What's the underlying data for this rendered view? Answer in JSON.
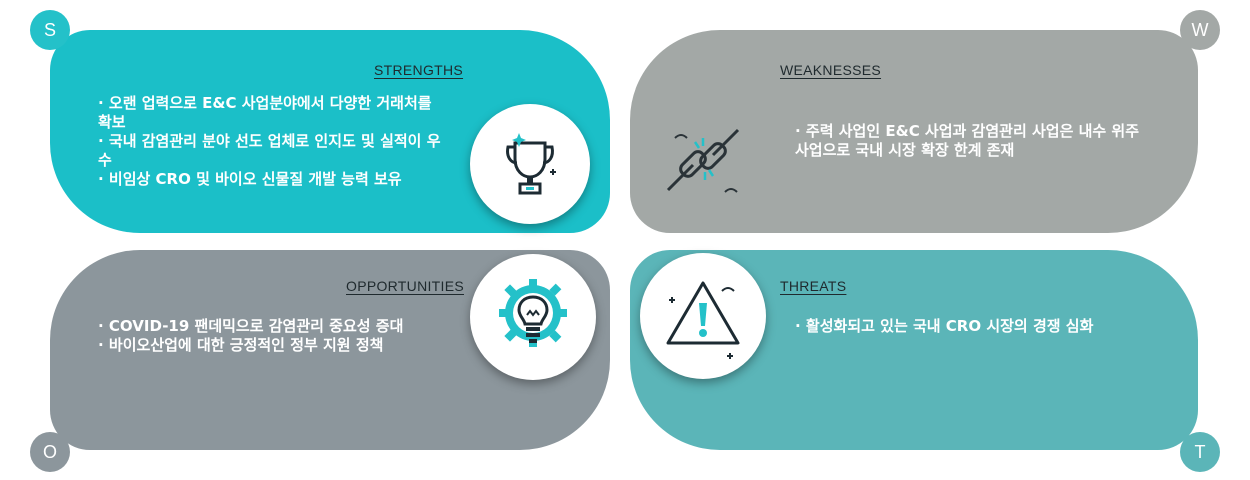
{
  "badges": {
    "s": "S",
    "w": "W",
    "o": "O",
    "t": "T"
  },
  "strengths": {
    "title": "STRENGTHS",
    "items": [
      "· 오랜 업력으로 E&C 사업분야에서 다양한 거래처를 확보",
      "· 국내 감염관리 분야 선도 업체로 인지도 및 실적이 우수",
      "· 비임상 CRO 및 바이오 신물질 개발 능력 보유"
    ],
    "icon": "trophy-icon"
  },
  "weaknesses": {
    "title": "WEAKNESSES",
    "items": [
      "· 주력 사업인 E&C 사업과 감염관리 사업은 내수 위주 사업으로 국내 시장 확장 한계 존재"
    ],
    "icon": "broken-chain-icon"
  },
  "opportunities": {
    "title": "OPPORTUNITIES",
    "items": [
      "· COVID-19 팬데믹으로 감염관리 중요성 증대",
      "· 바이오산업에 대한 긍정적인 정부 지원 정책"
    ],
    "icon": "lightbulb-gear-icon"
  },
  "threats": {
    "title": "THREATS",
    "items": [
      "· 활성화되고 있는 국내 CRO 시장의 경쟁 심화"
    ],
    "icon": "warning-triangle-icon"
  },
  "colors": {
    "strengths": "#1bbfc8",
    "weaknesses": "#a3a8a6",
    "opportunities": "#8c969c",
    "threats": "#5bb5b8"
  }
}
